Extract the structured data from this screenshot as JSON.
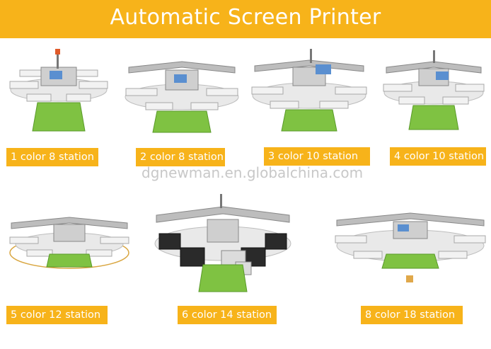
{
  "banner": {
    "title": "Automatic Screen Printer"
  },
  "watermark": "dgnewman.en.globalchina.com",
  "machines": [
    {
      "label": "1 color 8 station"
    },
    {
      "label": "2 color 8 station"
    },
    {
      "label": "3 color 10 station"
    },
    {
      "label": "4 color 10 station"
    },
    {
      "label": "5 color 12 station"
    },
    {
      "label": "6 color 14 station"
    },
    {
      "label": "8 color 18 station"
    }
  ],
  "colors": {
    "banner": "#f7b31a",
    "machine_base": "#7fc242",
    "pallet": "#e6e6e6",
    "frame": "#9a9a9a"
  }
}
